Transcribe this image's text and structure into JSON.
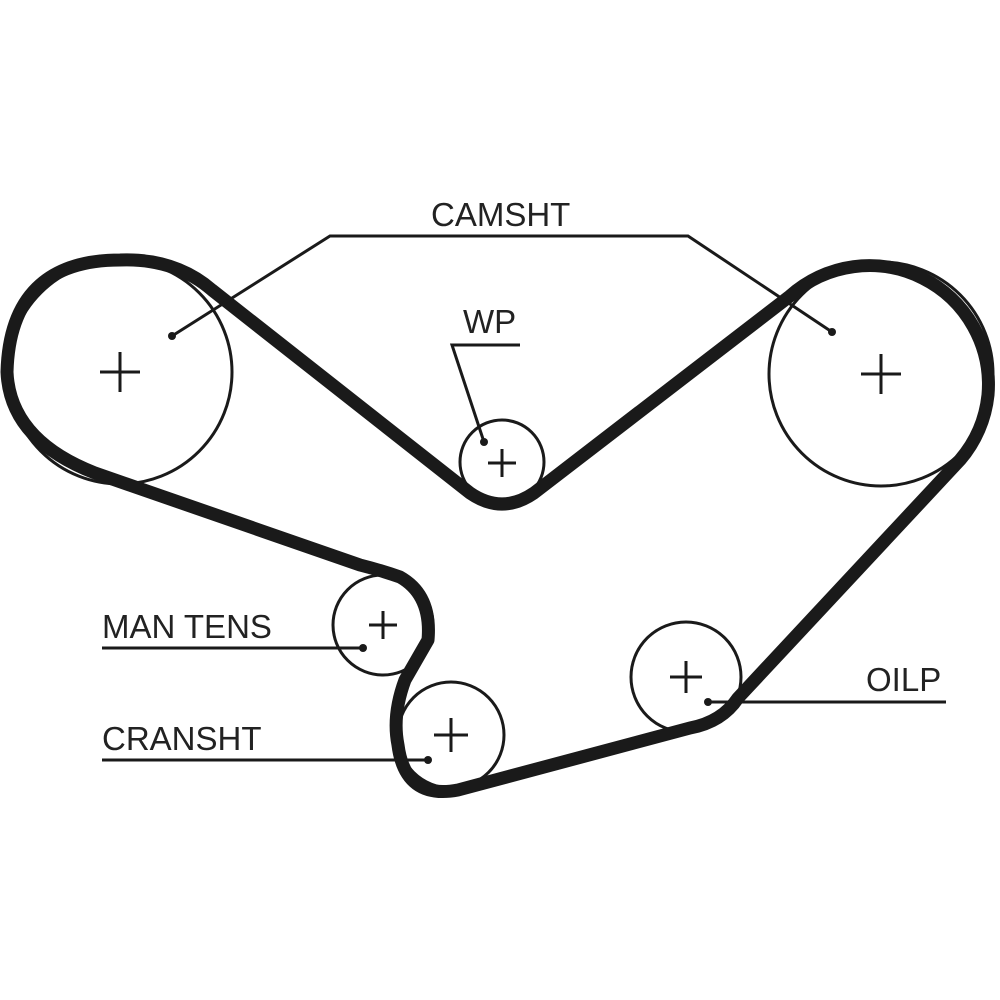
{
  "diagram": {
    "title": "Timing belt routing diagram",
    "colors": {
      "belt": "#1a1a1a",
      "line": "#1a1a1a",
      "background": "#ffffff",
      "text": "#222222"
    },
    "labels": {
      "camshaft": "CAMSHT",
      "water_pump": "WP",
      "manual_tensioner": "MAN TENS",
      "crankshaft": "CRANSHT",
      "oil_pump": "OILP"
    },
    "pulleys": [
      {
        "id": "camshaft-left",
        "label_ref": "camshaft",
        "center_mark": "+"
      },
      {
        "id": "camshaft-right",
        "label_ref": "camshaft",
        "center_mark": "+"
      },
      {
        "id": "water-pump",
        "label_ref": "water_pump",
        "center_mark": "+"
      },
      {
        "id": "manual-tensioner",
        "label_ref": "manual_tensioner",
        "center_mark": "+"
      },
      {
        "id": "crankshaft",
        "label_ref": "crankshaft",
        "center_mark": "+"
      },
      {
        "id": "oil-pump",
        "label_ref": "oil_pump",
        "center_mark": "+"
      }
    ]
  }
}
